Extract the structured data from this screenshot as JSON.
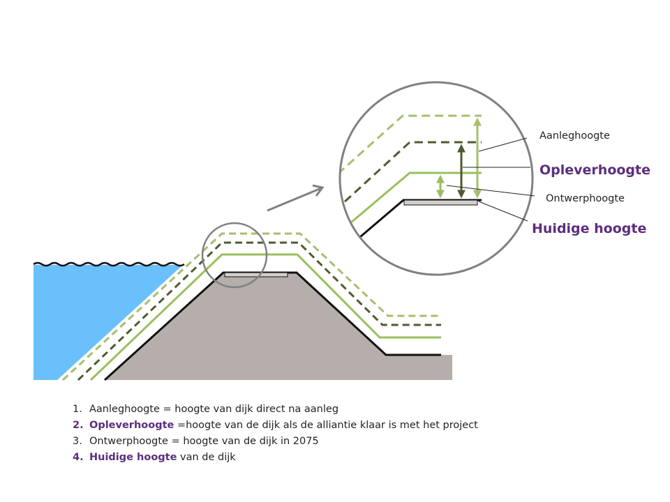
{
  "colors": {
    "water": "#6ac0fa",
    "dike_body": "#b5aeab",
    "light_green": "#a5bf6a",
    "dark_green": "#4e5b30",
    "solid_green": "#99bf5e",
    "highlight_purple": "#5c2e7d",
    "lens_ring": "#808080",
    "outline": "#111111"
  },
  "labels": {
    "aanleghoogte": "Aanleghoogte",
    "opleverhoogte": "Opleverhoogte",
    "ontwerphoogte": "Ontwerphoogte",
    "huidige_hoogte": "Huidige hoogte"
  },
  "legend": [
    {
      "number": "1.",
      "term": "Aanleghoogte",
      "description": " = hoogte van dijk direct na aanleg",
      "highlight": false
    },
    {
      "number": "2.",
      "term": "Opleverhoogte",
      "description": " =hoogte  van de dijk als de alliantie klaar is met het project",
      "highlight": true
    },
    {
      "number": "3.",
      "term": "Ontwerphoogte",
      "description": " =  hoogte van de dijk in 2075",
      "highlight": false
    },
    {
      "number": "4.",
      "term": "Huidige hoogte",
      "description": " van de dijk",
      "highlight": true
    }
  ]
}
